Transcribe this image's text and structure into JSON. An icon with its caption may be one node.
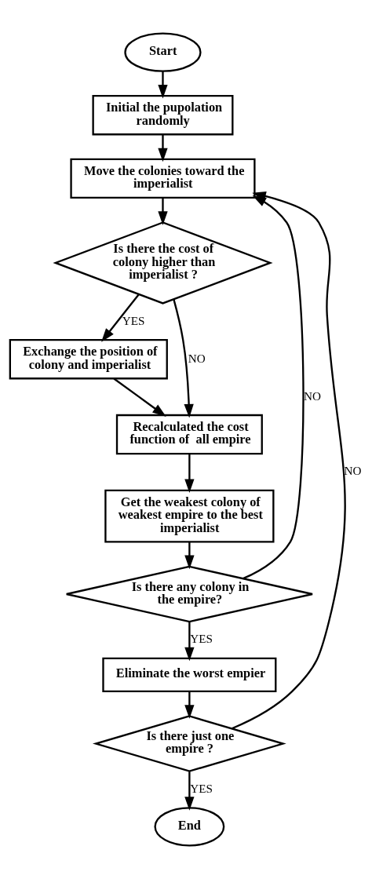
{
  "diagram": {
    "nodes": [
      {
        "text": [
          "Start"
        ]
      },
      {
        "text": [
          "Initial the pupolation randomly"
        ]
      },
      {
        "text": [
          "Move the colonies toward the imperialist"
        ]
      },
      {
        "text": [
          "Is there the cost of colony higher than imperialist ?"
        ]
      },
      {
        "text": [
          "Exchange the position of colony and imperialist"
        ]
      },
      {
        "text": [
          "Recalculated the cost function of  all empire"
        ]
      },
      {
        "text": [
          "Get the weakest colony of weakest empire to the best imperialist"
        ]
      },
      {
        "text": [
          "Is there any colony in the empire?"
        ]
      },
      {
        "text": [
          "Eliminate the worst empier"
        ]
      },
      {
        "text": [
          "Is there just one empire ?"
        ]
      },
      {
        "text": [
          "End"
        ]
      }
    ],
    "edges": [
      {
        "from": 0,
        "to": 1,
        "arrow": "to"
      },
      {
        "from": 1,
        "to": 2,
        "arrow": "to"
      },
      {
        "from": 2,
        "to": 3,
        "arrow": "to"
      },
      {
        "from": 3,
        "to": 4,
        "arrow": "to",
        "label": "YES"
      },
      {
        "from": 3,
        "to": 5,
        "arrow": "to",
        "label": "NO"
      },
      {
        "from": 4,
        "to": 5,
        "arrow": "to"
      },
      {
        "from": 5,
        "to": 6,
        "arrow": "to"
      },
      {
        "from": 6,
        "to": 7,
        "arrow": "to"
      },
      {
        "from": 7,
        "to": 2,
        "arrow": "to",
        "label": "NO"
      },
      {
        "from": 7,
        "to": 8,
        "arrow": "to",
        "label": "YES"
      },
      {
        "from": 8,
        "to": 9,
        "arrow": "to"
      },
      {
        "from": 9,
        "to": 2,
        "arrow": "to",
        "label": "NO"
      },
      {
        "from": 9,
        "to": 10,
        "arrow": "to",
        "label": "YES"
      }
    ]
  }
}
